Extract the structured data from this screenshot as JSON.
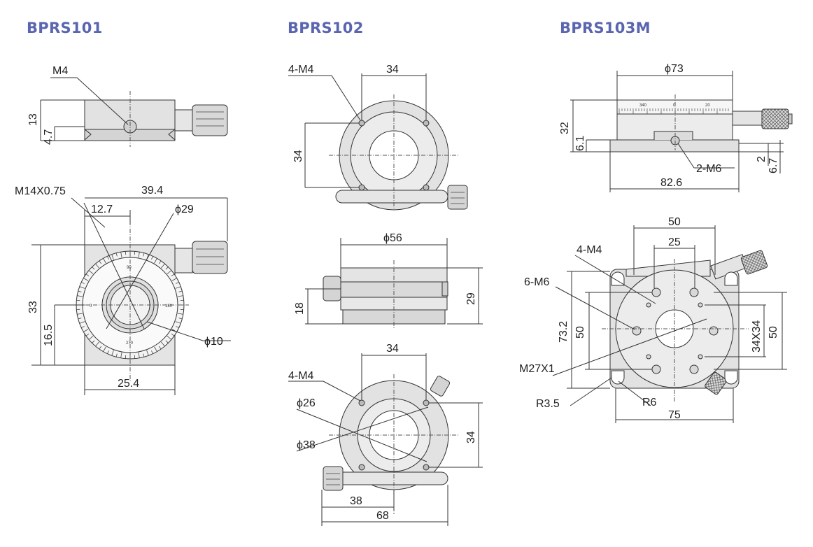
{
  "models": [
    {
      "name": "BPRS101",
      "dims": {
        "top_thread": "M4",
        "height": "13",
        "offset": "4.7",
        "center_thread": "M14X0.75",
        "width_total": "39.4",
        "bore_offset": "12.7",
        "dial_dia": "ϕ29",
        "depth": "33",
        "half_depth": "16.5",
        "width": "25.4",
        "aperture": "ϕ10"
      },
      "dial_labels": [
        "90",
        "0",
        "180",
        "270"
      ]
    },
    {
      "name": "BPRS102",
      "dims": {
        "top_thread": "4-M4",
        "hole_pitch_x": "34",
        "hole_pitch_y": "34",
        "outer_dia": "ϕ56",
        "side_height": "18",
        "total_height": "29",
        "bottom_thread": "4-M4",
        "bottom_pitch_x": "34",
        "inner_dia": "ϕ26",
        "ring_dia": "ϕ38",
        "bottom_pitch_y": "34",
        "center_to_knob": "38",
        "total_length": "68"
      }
    },
    {
      "name": "BPRS103M",
      "dims": {
        "top_dia": "ϕ73",
        "height": "32",
        "base_thickness": "6.1",
        "side_thread": "2-M6",
        "gap": "2",
        "lower": "6.7",
        "base_length": "82.6",
        "pitch_outer": "50",
        "pitch_inner": "25",
        "top_thread": "4-M4",
        "side_thread2": "6-M6",
        "overall_depth": "73.2",
        "depth": "50",
        "grid": "34X34",
        "grid_depth": "50",
        "center_thread": "M27X1",
        "slot_radius": "R3.5",
        "corner_radius": "R6",
        "base_width": "75"
      },
      "scale_labels": [
        "340",
        "0",
        "20"
      ]
    }
  ]
}
